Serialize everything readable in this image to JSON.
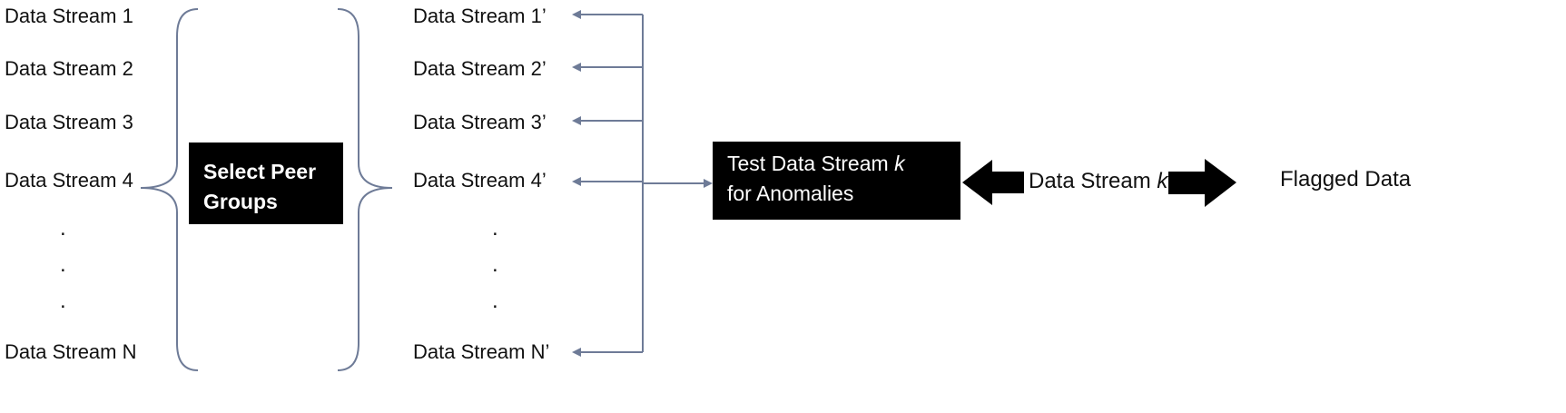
{
  "inputs": [
    "Data Stream 1",
    "Data Stream 2",
    "Data Stream 3",
    "Data Stream 4",
    "Data Stream N"
  ],
  "outputs": [
    "Data Stream 1’",
    "Data Stream 2’",
    "Data Stream 3’",
    "Data Stream 4’",
    "Data Stream N’"
  ],
  "ellipsis": ".",
  "select_box": {
    "line1": "Select Peer",
    "line2": "Groups"
  },
  "test_box": {
    "line1_prefix": "Test Data Stream ",
    "variable": "k",
    "line2": "for Anomalies"
  },
  "middle": {
    "prefix": "Data Stream ",
    "variable": "k"
  },
  "result": "Flagged Data",
  "colors": {
    "connector": "#6e7b97",
    "box": "#000000",
    "arrow": "#000000"
  }
}
